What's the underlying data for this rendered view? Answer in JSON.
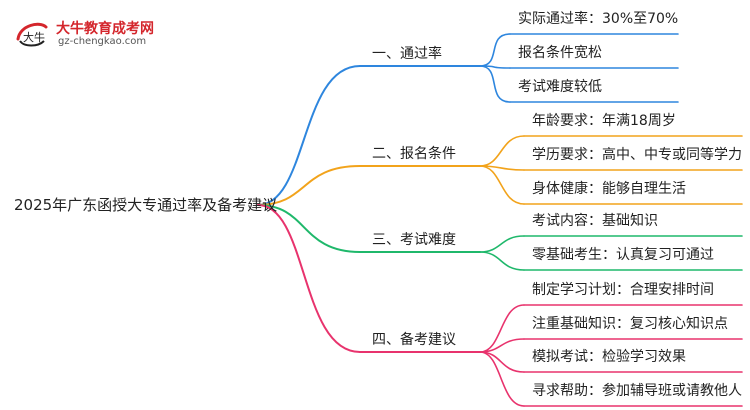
{
  "logo": {
    "title": "大牛教育成考网",
    "url": "gz-chengkao.com",
    "mark_text": "大牛"
  },
  "root": {
    "label": "2025年广东函授大专通过率及备考建议"
  },
  "branches": [
    {
      "label": "一、通过率",
      "color": "#2e86de",
      "leaves": [
        "实际通过率：30%至70%",
        "报名条件宽松",
        "考试难度较低"
      ]
    },
    {
      "label": "二、报名条件",
      "color": "#f2a31b",
      "leaves": [
        "年龄要求：年满18周岁",
        "学历要求：高中、中专或同等学力",
        "身体健康：能够自理生活"
      ]
    },
    {
      "label": "三、考试难度",
      "color": "#1fb86b",
      "leaves": [
        "考试内容：基础知识",
        "零基础考生：认真复习可通过"
      ]
    },
    {
      "label": "四、备考建议",
      "color": "#e8336d",
      "leaves": [
        "制定学习计划：合理安排时间",
        "注重基础知识：复习核心知识点",
        "模拟考试：检验学习效果",
        "寻求帮助：参加辅导班或请教他人"
      ]
    }
  ]
}
